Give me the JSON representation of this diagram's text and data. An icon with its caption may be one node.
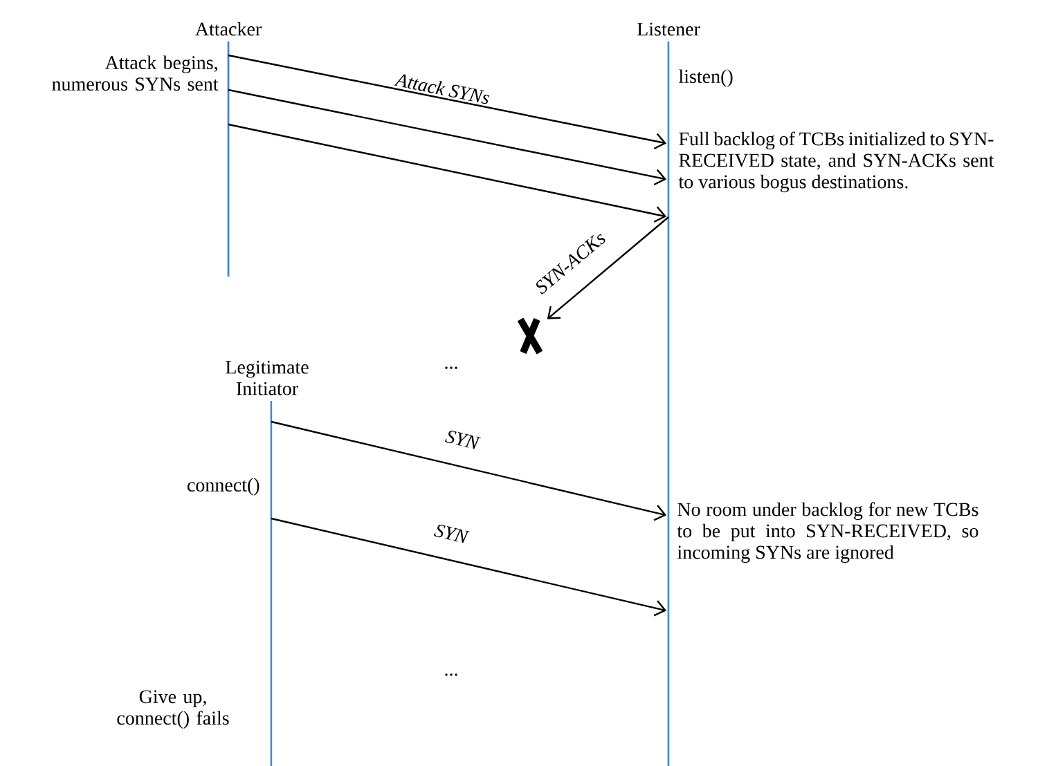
{
  "diagram": {
    "nodes": [
      {
        "text": [
          "Attacker"
        ],
        "beside": [
          "Attack begins, numerous SYNs sent"
        ]
      },
      {
        "text": [
          "Listener"
        ],
        "beside": [
          "listen()",
          "Full backlog of TCBs initialized to SYN-RECEIVED state, and SYN-ACKs sent to various bogus destinations.",
          "No room under backlog for new TCBs to be put into SYN-RECEIVED, so incoming SYNs are ignored"
        ]
      },
      {
        "text": [
          "Legitimate Initiator"
        ],
        "beside": [
          "connect()",
          "Give up, connect() fails"
        ]
      },
      {
        "text": [],
        "shape": "cross"
      }
    ],
    "edges": [
      {
        "from": 0,
        "to": 1,
        "arrow": "to",
        "label": "Attack SYNs"
      },
      {
        "from": 0,
        "to": 1,
        "arrow": "to"
      },
      {
        "from": 0,
        "to": 1,
        "arrow": "to"
      },
      {
        "from": 1,
        "to": 3,
        "arrow": "to",
        "label": "SYN-ACKs"
      },
      {
        "from": 2,
        "to": 1,
        "arrow": "to",
        "label": "*SYN*"
      },
      {
        "from": 2,
        "to": 1,
        "arrow": "to",
        "label": "*SYN*"
      }
    ],
    "labels": [
      "...",
      "..."
    ]
  }
}
